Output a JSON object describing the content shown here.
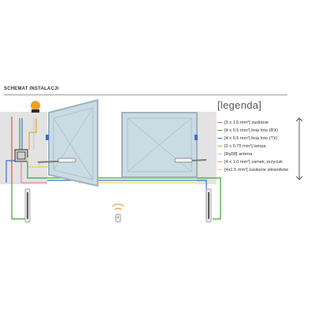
{
  "header": {
    "title": "SCHEMAT INSTALACJI"
  },
  "legend": {
    "title": "[legenda]",
    "items": [
      {
        "label": "[3 x 1.5 mm²] zasilanie",
        "color": "#d9534f"
      },
      {
        "label": "[4 x 0.5 mm²] linia foto (RX)",
        "color": "#3aa335"
      },
      {
        "label": "[4 x 0.5 mm²] linia foto (TX)",
        "color": "#3c6fd1"
      },
      {
        "label": "[2 x 0.75 mm²] lampa",
        "color": "#f0a030"
      },
      {
        "label": "[Rg58] antena",
        "color": "#c9c9c9"
      },
      {
        "label": "[4 x 1.0 mm²] zamek, przycisk",
        "color": "#e88aa8"
      },
      {
        "label": "[4x1.5 mm²] zasilanie siłowników",
        "color": "#e8d44a"
      }
    ]
  },
  "colors": {
    "gate_fill": "#c9dbe3",
    "gate_frame": "#9fb3bd",
    "post": "#dcdcdc"
  },
  "icons": {
    "lamp": "warning-lamp-icon",
    "remote": "remote-control-icon",
    "control_box": "control-box-icon"
  }
}
